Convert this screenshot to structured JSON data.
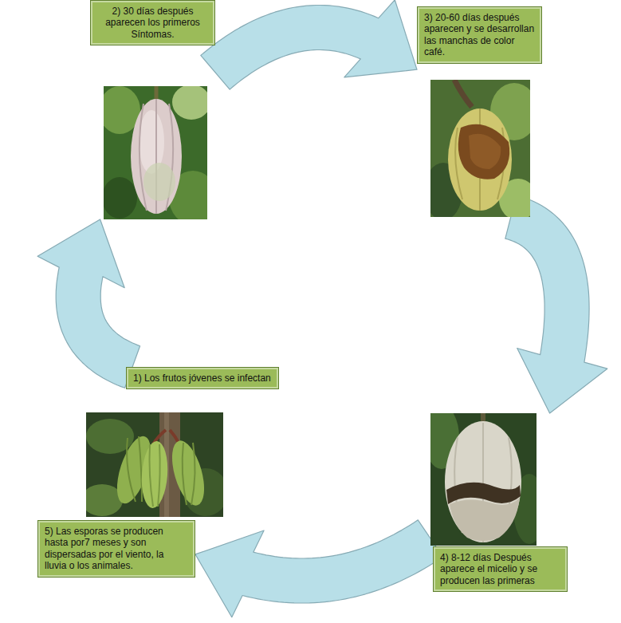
{
  "diagram": {
    "nodes": [
      {
        "text": [
          "1) Los frutos jóvenes se infectan"
        ]
      },
      {
        "text": [
          "2) 30 días después aparecen los primeros Síntomas."
        ]
      },
      {
        "text": [
          "3) 20-60 días después aparecen y se desarrollan las manchas de color café."
        ]
      },
      {
        "text": [
          "4) 8-12 días Después aparece el micelio y se producen las primeras"
        ]
      },
      {
        "text": [
          "5) Las esporas se producen hasta por7 meses y son dispersadas por el viento, la lluvia o los animales."
        ]
      }
    ],
    "edges": [
      {
        "from": 0,
        "to": 1,
        "arrow": "to"
      },
      {
        "from": 1,
        "to": 2,
        "arrow": "to"
      },
      {
        "from": 2,
        "to": 3,
        "arrow": "to"
      },
      {
        "from": 3,
        "to": 4,
        "arrow": "to"
      }
    ]
  }
}
